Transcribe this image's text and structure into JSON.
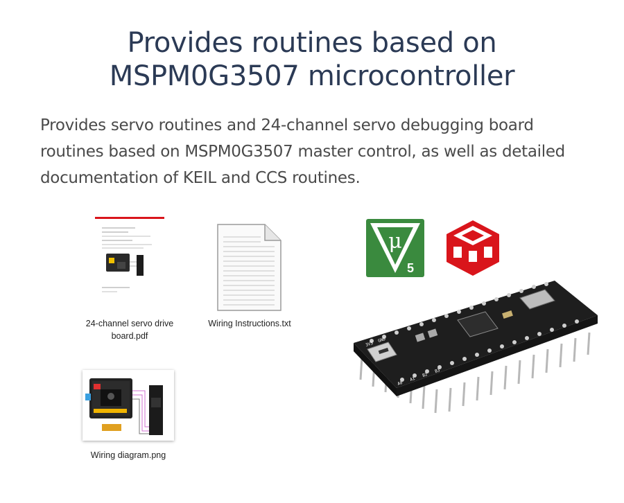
{
  "heading": {
    "line1": "Provides routines based on",
    "line2": "MSPM0G3507 microcontroller"
  },
  "description": {
    "line1": "Provides servo routines and 24-channel servo debugging board",
    "line2": "routines based on MSPM0G3507 master control, as well as detailed",
    "line3": "documentation of KEIL and CCS routines."
  },
  "files": [
    {
      "name_line1": "24-channel servo drive",
      "name_line2": "board.pdf",
      "icon": "pdf-document-icon"
    },
    {
      "name": "Wiring Instructions.txt",
      "icon": "text-file-icon"
    },
    {
      "name": "Wiring diagram.png",
      "icon": "image-file-icon"
    }
  ],
  "apps": [
    {
      "icon": "keil-mdk-icon",
      "glyph": "μ",
      "version": "5",
      "color": "#3a8a3e"
    },
    {
      "icon": "ccs-cube-icon",
      "color": "#d9151b"
    }
  ],
  "board_pin_labels": [
    "3V3",
    "GND",
    "A0",
    "A1",
    "B2",
    "B3"
  ]
}
